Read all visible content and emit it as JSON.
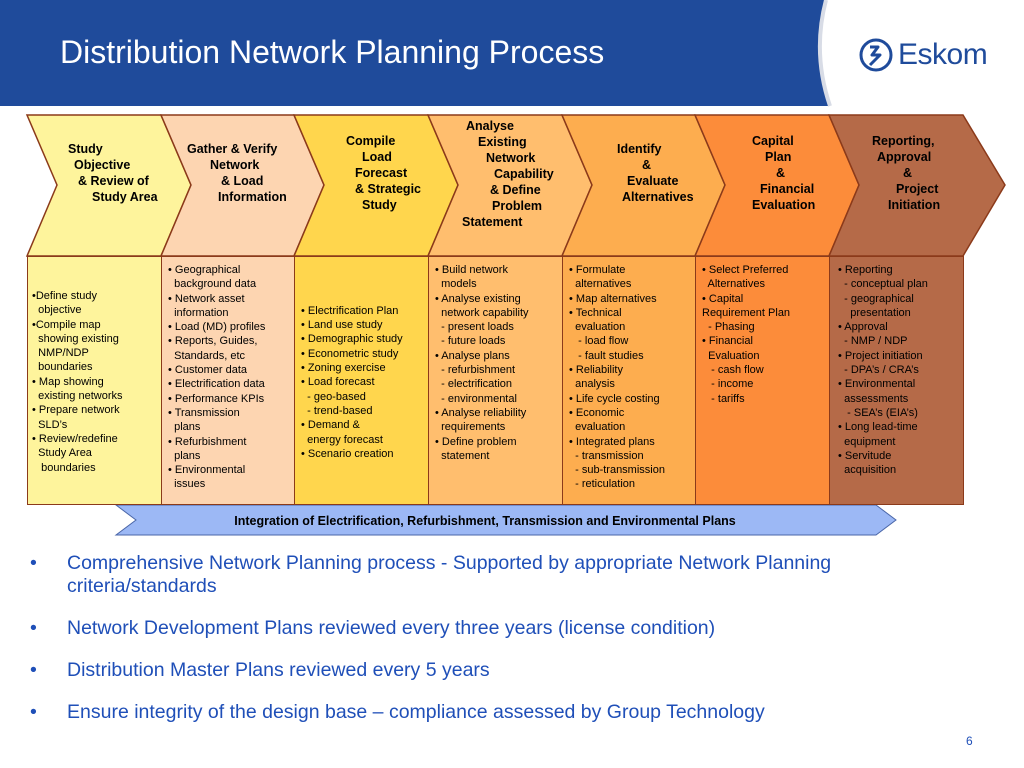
{
  "header": {
    "title": "Distribution Network Planning Process",
    "bg_color": "#1f4b9b",
    "logo_text": "Eskom",
    "logo_icon": "eskom-logo-icon"
  },
  "stages": [
    {
      "label_lines": [
        "Study",
        "Objective",
        "& Review of",
        "Study Area"
      ],
      "color": "#fef49c"
    },
    {
      "label_lines": [
        "Gather & Verify",
        "Network",
        "& Load",
        "Information"
      ],
      "color": "#fdd5b1"
    },
    {
      "label_lines": [
        "Compile",
        "Load",
        "Forecast",
        "& Strategic",
        "Study"
      ],
      "color": "#ffd64d"
    },
    {
      "label_lines": [
        "Analyse",
        "Existing",
        "Network",
        "Capability",
        "& Define",
        "Problem",
        "Statement"
      ],
      "color": "#ffbe6e"
    },
    {
      "label_lines": [
        "Identify",
        "&",
        "Evaluate",
        "Alternatives"
      ],
      "color": "#fdad4f"
    },
    {
      "label_lines": [
        "Capital",
        "Plan",
        "&",
        "Financial",
        "Evaluation"
      ],
      "color": "#fc8c3a"
    },
    {
      "label_lines": [
        "Reporting,",
        "Approval",
        "&",
        "Project",
        "Initiation"
      ],
      "color": "#b56a48"
    }
  ],
  "details": [
    {
      "items": [
        "•Define study",
        "  objective",
        "•Compile map",
        "  showing existing",
        "  NMP/NDP",
        "  boundaries",
        "• Map showing",
        "  existing networks",
        "• Prepare network",
        "  SLD’s",
        "• Review/redefine",
        "  Study Area",
        "   boundaries"
      ]
    },
    {
      "items": [
        "• Geographical",
        "  background data",
        "• Network asset",
        "  information",
        "• Load (MD) profiles",
        "• Reports, Guides,",
        "  Standards, etc",
        "• Customer data",
        "• Electrification data",
        "• Performance KPIs",
        "• Transmission",
        "  plans",
        "• Refurbishment",
        "  plans",
        "• Environmental",
        "  issues"
      ]
    },
    {
      "items": [
        "• Electrification Plan",
        "• Land use study",
        "• Demographic study",
        "• Econometric study",
        "• Zoning exercise",
        "• Load forecast",
        "  - geo-based",
        "  - trend-based",
        "• Demand &",
        "  energy forecast",
        "• Scenario creation"
      ]
    },
    {
      "items": [
        "• Build network",
        "  models",
        "• Analyse existing",
        "  network capability",
        "  - present loads",
        "  - future loads",
        "• Analyse plans",
        "  - refurbishment",
        "  - electrification",
        "  - environmental",
        "• Analyse reliability",
        "  requirements",
        "• Define problem",
        "  statement"
      ]
    },
    {
      "items": [
        "• Formulate",
        "  alternatives",
        "• Map alternatives",
        "• Technical",
        "  evaluation",
        "   - load flow",
        "   - fault studies",
        "• Reliability",
        "  analysis",
        "• Life cycle costing",
        "• Economic",
        "  evaluation",
        "• Integrated plans",
        "  - transmission",
        "  - sub-transmission",
        "  - reticulation"
      ]
    },
    {
      "items": [
        "• Select Preferred",
        "  Alternatives",
        "• Capital",
        "Requirement Plan",
        "  - Phasing",
        "• Financial",
        "  Evaluation",
        "   - cash flow",
        "   - income",
        "   - tariffs"
      ]
    },
    {
      "items": [
        "• Reporting",
        "  - conceptual plan",
        "  - geographical",
        "    presentation",
        "• Approval",
        "  - NMP / NDP",
        "• Project initiation",
        "  - DPA’s / CRA’s",
        "• Environmental",
        "  assessments",
        "   - SEA’s (EIA’s)",
        "• Long lead-time",
        "  equipment",
        "• Servitude",
        "  acquisition"
      ]
    }
  ],
  "integration_bar": {
    "text": "Integration of Electrification, Refurbishment, Transmission and Environmental Plans",
    "color": "#9cb8f5"
  },
  "bullets": [
    "Comprehensive Network Planning process - Supported by appropriate Network Planning criteria/standards",
    "Network Development Plans reviewed every three years (license condition)",
    "Distribution Master Plans reviewed every 5 years",
    "Ensure integrity of the design base – compliance assessed by Group Technology"
  ],
  "bullet_color": "#1f4fb8",
  "page_number": "6"
}
